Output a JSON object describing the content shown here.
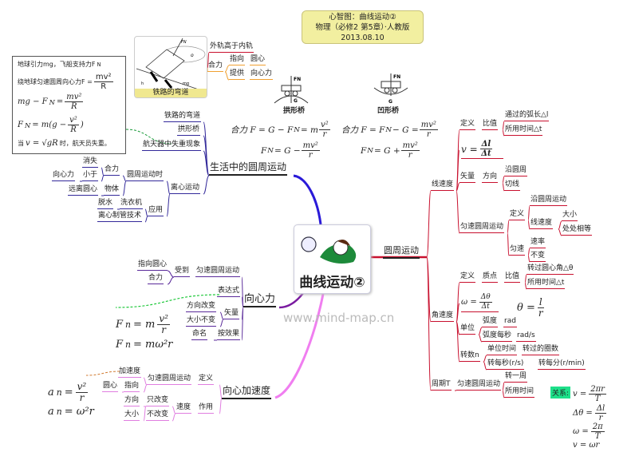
{
  "title": {
    "line1": "心智图：曲线运动②",
    "line2": "物理（必修2 第5章）·人教版",
    "line3": "2013.08.10"
  },
  "center": {
    "label": "曲线运动②",
    "watermark": "www.mind-map.cn"
  },
  "railway": {
    "caption": "铁路的弯道",
    "outer_rail": "外轨高于内轨",
    "net_force": "合力",
    "points_to": "指向",
    "circle_center": "圆心",
    "provides": "提供",
    "centripetal_force": "向心力",
    "fig_labels": {
      "fn": "FN",
      "o": "o",
      "mg": "mg",
      "theta": "θ",
      "h": "h",
      "l": "L"
    }
  },
  "astronaut": {
    "l1": "地球引力mg，飞船支持力F",
    "l1_sub": "N",
    "l2": "绕地球匀速圆周向心力F =",
    "l2_num": "mv²",
    "l2_den": "R",
    "l3": "mg − F",
    "l3_sub": "N",
    "l3_eq": "=",
    "l3_num": "mv²",
    "l3_den": "R",
    "l4": "F",
    "l4_sub": "N",
    "l4_eq": "= m(g −",
    "l4_num": "v²",
    "l4_den": "R",
    "l4_end": ")",
    "l5a": "当",
    "l5b": "v = √gR",
    "l5c": "时，航天员失重。"
  },
  "bridges": {
    "arch": "拱形桥",
    "concave": "凹形桥",
    "fn": "FN",
    "g": "G",
    "arch_f1_lhs": "合力 F = G − F",
    "arch_f1_sub": "N",
    "arch_f1_eq": "= m",
    "arch_f1_num": "v²",
    "arch_f1_den": "r",
    "arch_f2_lhs": "F",
    "arch_f2_sub": "N",
    "arch_f2_eq": "= G −",
    "arch_f2_num": "mv²",
    "arch_f2_den": "r",
    "con_f1_lhs": "合力 F = F",
    "con_f1_sub": "N",
    "con_f1_eq": "− G =",
    "con_f1_num": "mv²",
    "con_f1_den": "r",
    "con_f2_lhs": "F",
    "con_f2_sub": "N",
    "con_f2_eq": "= G +",
    "con_f2_num": "mv²",
    "con_f2_den": "r"
  },
  "life": {
    "label": "生活中的圆周运动",
    "railway": "铁路的弯道",
    "arch": "拱形桥",
    "weightless": "航天器中失重现象",
    "centrifugal": "离心运动",
    "during": "圆周运动时",
    "apply": "应用",
    "net_force": "合力",
    "object": "物体",
    "vanish": "消失",
    "less_than": "小于",
    "centripetal": "向心力",
    "away": "远离圆心",
    "dewater": "脱水",
    "washer": "洗衣机",
    "tube": "离心制管技术"
  },
  "force": {
    "label": "向心力",
    "receives": "受到",
    "ucm": "匀速圆周运动",
    "points_center": "指向圆心",
    "net_force": "合力",
    "expression": "表达式",
    "vector": "矢量",
    "dir_change": "方向改变",
    "mag_const": "大小不变",
    "naming": "命名",
    "by_effect": "按效果",
    "f1_lhs": "F",
    "f1_sub": "n",
    "f1_eq": "= m",
    "f1_num": "v²",
    "f1_den": "r",
    "f2_lhs": "F",
    "f2_sub": "n",
    "f2_eq": "= mω²r"
  },
  "accel": {
    "label": "向心加速度",
    "definition": "定义",
    "effect": "作用",
    "ucm": "匀速圆周运动",
    "acceleration": "加速度",
    "points": "指向",
    "center": "圆心",
    "velocity": "速度",
    "only_change": "只改变",
    "no_change": "不改变",
    "direction": "方向",
    "magnitude": "大小",
    "f1_lhs": "a",
    "f1_sub": "n",
    "f1_eq": "=",
    "f1_num": "v²",
    "f1_den": "r",
    "f2_lhs": "a",
    "f2_sub": "n",
    "f2_eq": "= ω²r"
  },
  "circular": {
    "label": "圆周运动",
    "linear": {
      "label": "线速度",
      "definition": "定义",
      "ratio": "比值",
      "arc": "通过的弧长△l",
      "time": "所用时间△t",
      "formula_lhs": "v =",
      "formula_num": "Δl",
      "formula_den": "Δt",
      "vector": "矢量",
      "direction": "方向",
      "along": "沿圆周",
      "tangent": "切线",
      "ucm": "匀速圆周运动",
      "ucm_def": "定义",
      "ucm_along": "沿圆周运动",
      "ucm_linear": "线速度",
      "size": "大小",
      "equal": "处处相等",
      "uniform": "匀速",
      "speed": "速率",
      "unchanged": "不变"
    },
    "angular": {
      "label": "角速度",
      "definition": "定义",
      "particle": "质点",
      "ratio": "比值",
      "angle": "转过圆心角△θ",
      "time": "所用时间△t",
      "formula_lhs": "ω =",
      "formula_num": "Δθ",
      "formula_den": "Δt",
      "theta_lhs": "θ =",
      "theta_num": "l",
      "theta_den": "r",
      "unit": "单位",
      "radian": "弧度",
      "rad": "rad",
      "rad_per_s": "弧度每秒",
      "rads": "rad/s",
      "revs": "转数n",
      "unit_time": "单位时间",
      "turns": "转过的圈数",
      "rps": "转每秒(r/s)",
      "rpm": "转每分(r/min)"
    },
    "period": {
      "label": "周期T",
      "ucm": "匀速圆周运动",
      "one_turn": "转一周",
      "time": "所用时间"
    },
    "relations": {
      "tag": "关系:",
      "r1_lhs": "v =",
      "r1_num": "2πr",
      "r1_den": "T",
      "r2_lhs": "Δθ =",
      "r2_num": "Δl",
      "r2_den": "r",
      "r3_lhs": "ω =",
      "r3_num": "2π",
      "r3_den": "T",
      "r4": "v = ωr"
    }
  },
  "colors": {
    "red": "#c8102e",
    "purple": "#5a2a9a",
    "pink": "#e07ee0",
    "blue": "#33299a",
    "orange": "#f0a030",
    "green": "#1ee08a",
    "title_bg": "#f2efa0"
  }
}
